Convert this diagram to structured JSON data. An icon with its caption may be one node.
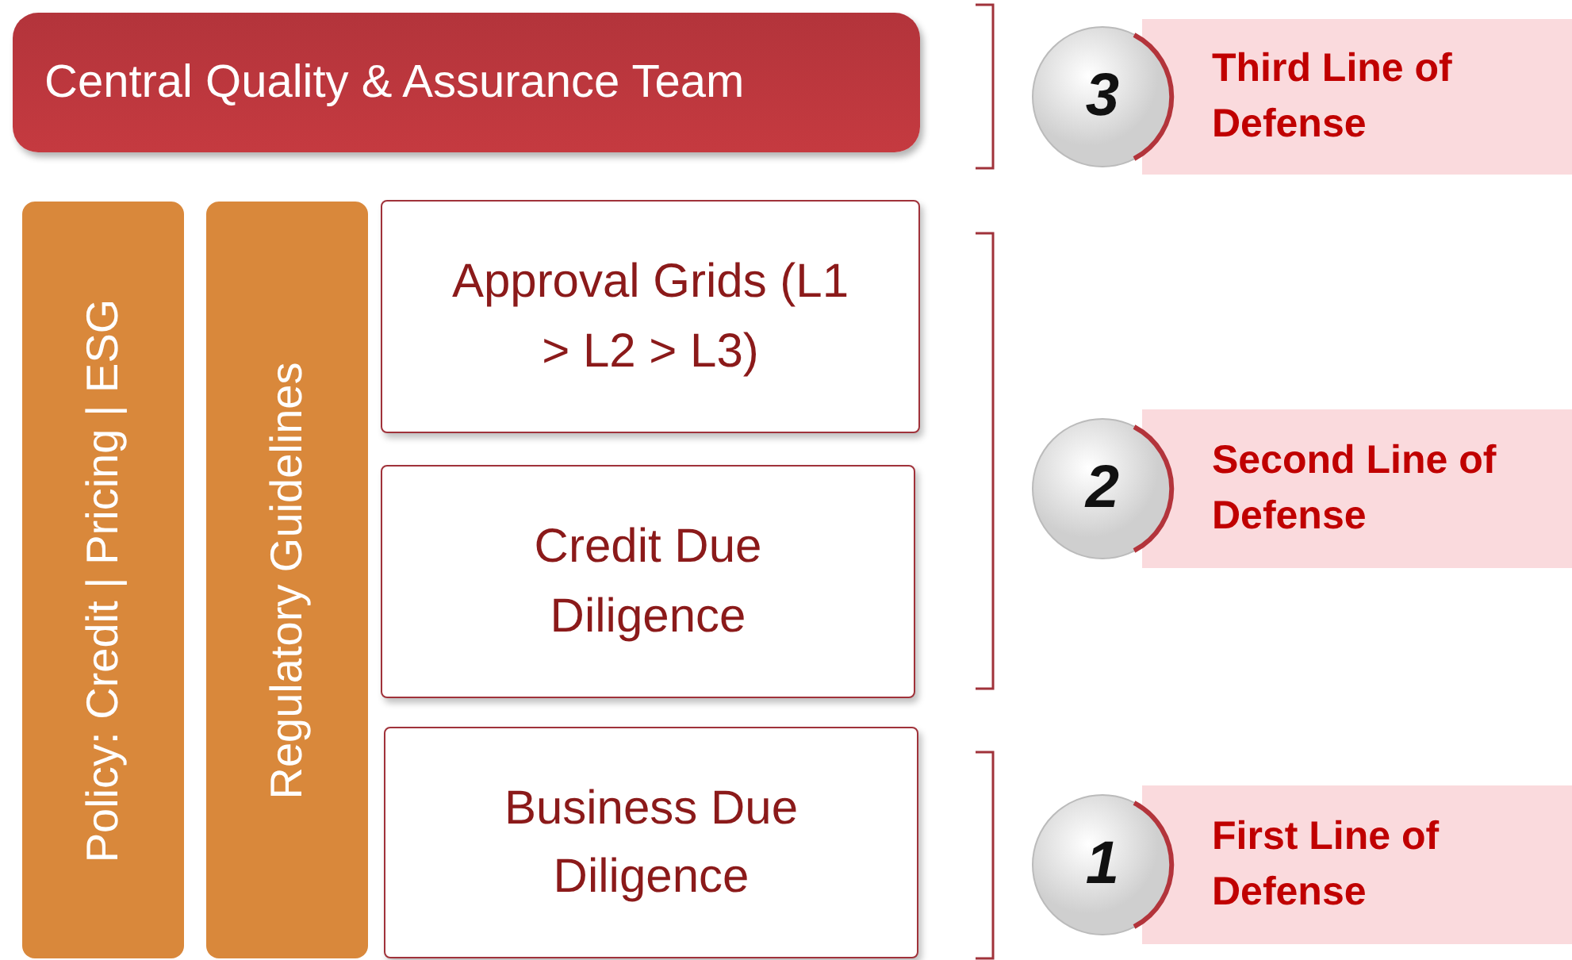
{
  "diagram": {
    "nodes": [
      {
        "text": [
          "Central Quality & Assurance Team"
        ]
      },
      {
        "text": [
          "3",
          "Third Line of Defense"
        ]
      },
      {
        "text": [
          "Policy: Credit | Pricing | ESG"
        ]
      },
      {
        "text": [
          "Regulatory Guidelines"
        ]
      },
      {
        "text": [
          "Approval Grids (L1 > L2 > L3)"
        ]
      },
      {
        "text": [
          "2",
          "Second Line of Defense"
        ]
      },
      {
        "text": [
          "Credit Due Diligence"
        ]
      },
      {
        "text": [
          "Business Due Diligence"
        ]
      },
      {
        "text": [
          "1",
          "First Line of Defense"
        ]
      }
    ]
  }
}
